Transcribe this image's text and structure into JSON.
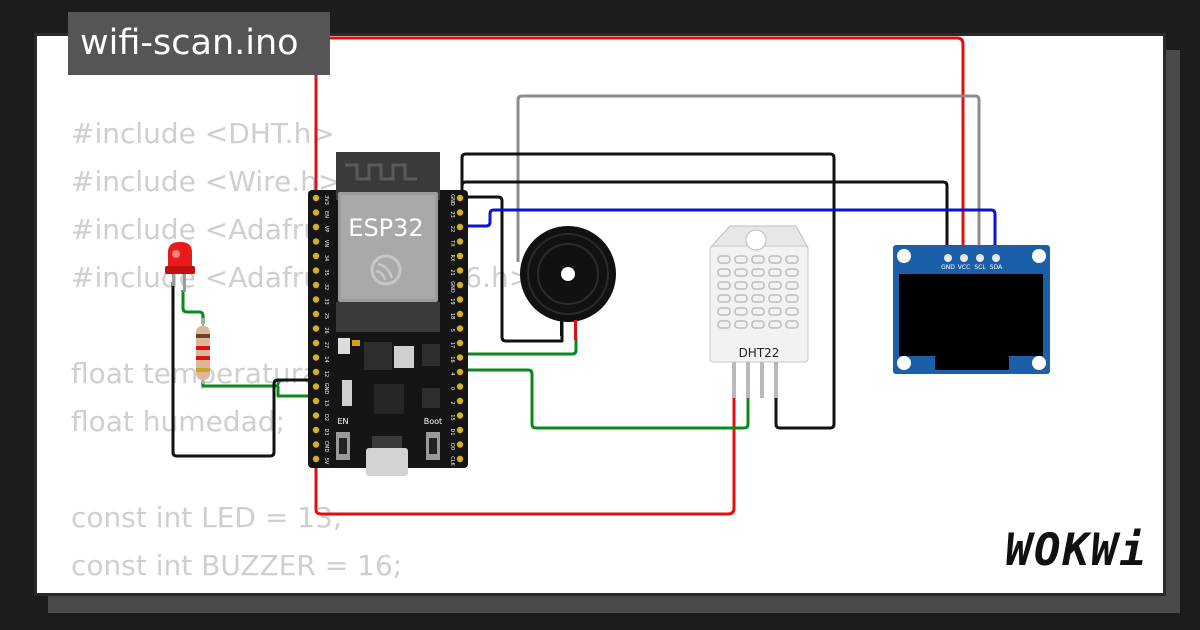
{
  "project": {
    "title": "wifi-scan.ino"
  },
  "code_lines": [
    "#include <DHT.h>",
    "#include <Wire.h>",
    "#include <Adafruit_GFX.h>",
    "#include <Adafruit_SSD1306.h>",
    "",
    "float temperatura;",
    "float humedad;",
    "",
    "const int LED = 13;",
    "const int BUZZER = 16;"
  ],
  "board": {
    "label": "ESP32",
    "left_pins": [
      "3V3",
      "EN",
      "VP",
      "VN",
      "34",
      "35",
      "32",
      "33",
      "25",
      "26",
      "27",
      "14",
      "12",
      "GND",
      "13",
      "D2",
      "D3",
      "CMD",
      "5V"
    ],
    "right_pins": [
      "GND",
      "23",
      "22",
      "TX",
      "RX",
      "21",
      "GND",
      "19",
      "18",
      "5",
      "17",
      "16",
      "4",
      "0",
      "2",
      "15",
      "D1",
      "D0",
      "CLK"
    ],
    "en_label": "EN",
    "boot_label": "Boot"
  },
  "sensor": {
    "label": "DHT22"
  },
  "oled": {
    "pins": [
      "GND",
      "VCC",
      "SCL",
      "SDA"
    ]
  },
  "brand": {
    "name": "WOKWi"
  },
  "colors": {
    "wire_red": "#e01010",
    "wire_black": "#111111",
    "wire_green": "#0a8a1a",
    "wire_blue": "#0b14d6",
    "wire_gray": "#8c8c8c"
  }
}
